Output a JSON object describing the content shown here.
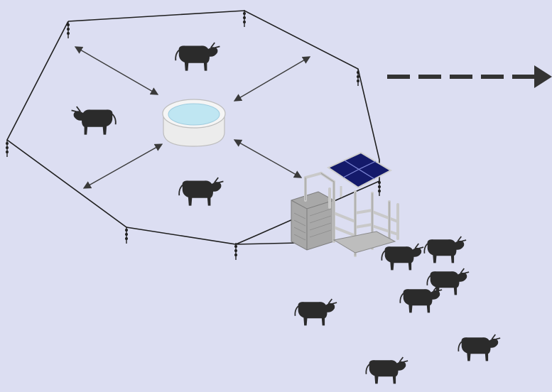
{
  "diagram": {
    "description_visible_text": "",
    "colors": {
      "background": "#DCDEF2",
      "fence": "#1f1f1f",
      "arrow": "#3a3a3a",
      "flow_arrow": "#333333",
      "cattle": "#2b2b2b",
      "trough_rim": "#f2f2f2",
      "trough_water": "#bfe6f2",
      "solar_panel": "#141a6a",
      "panel_grid": "#7d86d6",
      "station_frame": "#c8c8c8",
      "station_box": "#9a9a9a"
    },
    "elements": {
      "fence": "perimeter-fence",
      "trough": "water-trough",
      "station": "weighing-station",
      "panel": "solar-panel",
      "flow": "exit-flow-arrow",
      "cow_icon": "cow-icon"
    }
  }
}
